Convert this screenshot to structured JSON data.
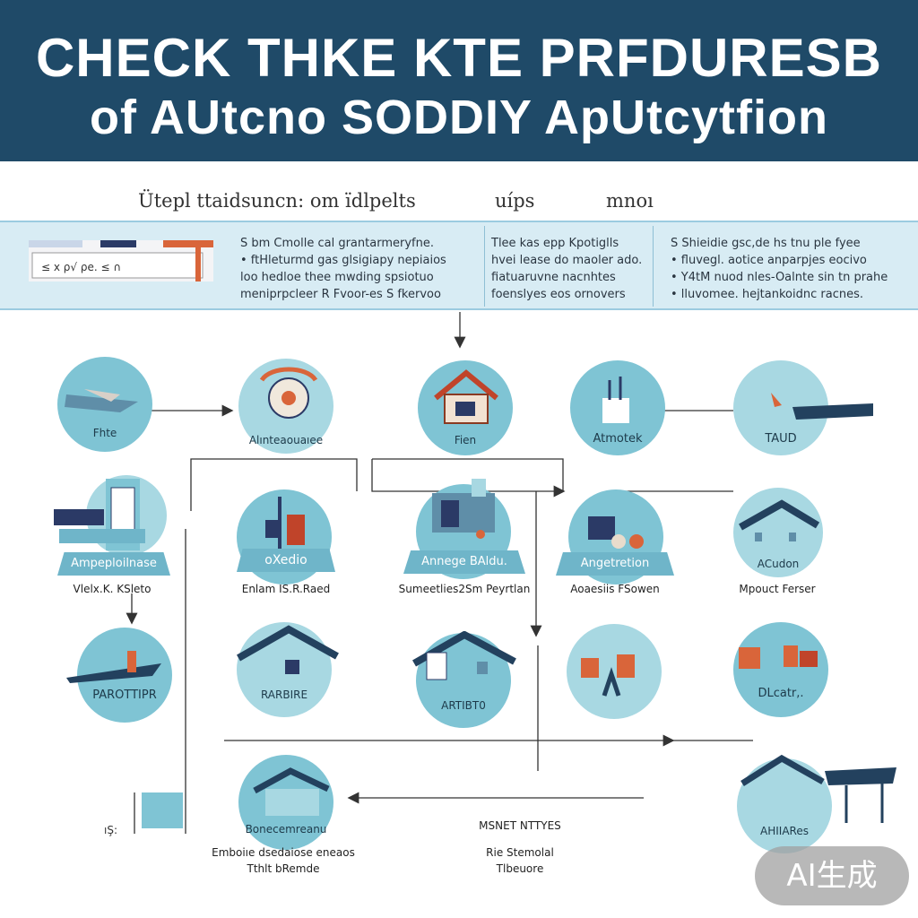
{
  "header": {
    "title_line1": "CHECK THKE KTE PRFDURESB",
    "title_line2": "of AUtcno SODDIY ApUtcytfion"
  },
  "subheads": [
    "Ütepl ttaidsuncn: om ïdlpelts",
    "uíps",
    "mnoı"
  ],
  "band": {
    "col1": "S bm Cmolle cal grantarmeryfne.\n• ftHleturmd gas glsigiapy nepiaios\nloo hedloe thee mwding spsiotuo\nmeniprpcleer R Fvoor-es S fkervoo",
    "col2": "Tlee kas  epp Kpotiglls\nhvei lease do maoler ado.\nfiatuaruvne nacnhtes\nfoenslyes eos ornovers",
    "col3": "S Shieidie gsc,de hs tnu ple fyee\n• fluvegl. aotice anparpjes eocivo\n• Y4tM nuod nles-Oalnte sin tn prahe\n• lluvomee.  hejtankoidnc racnes."
  },
  "nodes": {
    "r1": [
      "Fhte",
      "Alınteaouaıee",
      "Fien",
      "Atmotek",
      "TAUD"
    ],
    "r2_banners": [
      "Ampeploilnase",
      "oXedio",
      "Annege BAldu.",
      "Angetretion",
      "ACudon"
    ],
    "r2_captions": [
      "Vlelx.K. KSleto",
      "Enlam IS.R.Raed",
      "Sumeetlies2Sm Peyrtlan",
      "Aoaesiis FSowen",
      "Mpouct Ferser"
    ],
    "r3": [
      "PAROTTIPR",
      "RARBIRE",
      "ARTIBT0",
      "",
      "DLcatr,."
    ],
    "r4": [
      "Bonecemreanu",
      "AHIIARes"
    ],
    "r4_captions": [
      "Emboiıe dsedaiose eneaos\nTthlt bRemde",
      "MSNET NTTYES",
      "Rie Stemolal\nTlbeuore"
    ]
  },
  "watermark": "AI生成",
  "colors": {
    "header": "#1f4a68",
    "teal": "#7fc4d4",
    "band": "#d8ecf4",
    "accent": "#d9653a"
  }
}
